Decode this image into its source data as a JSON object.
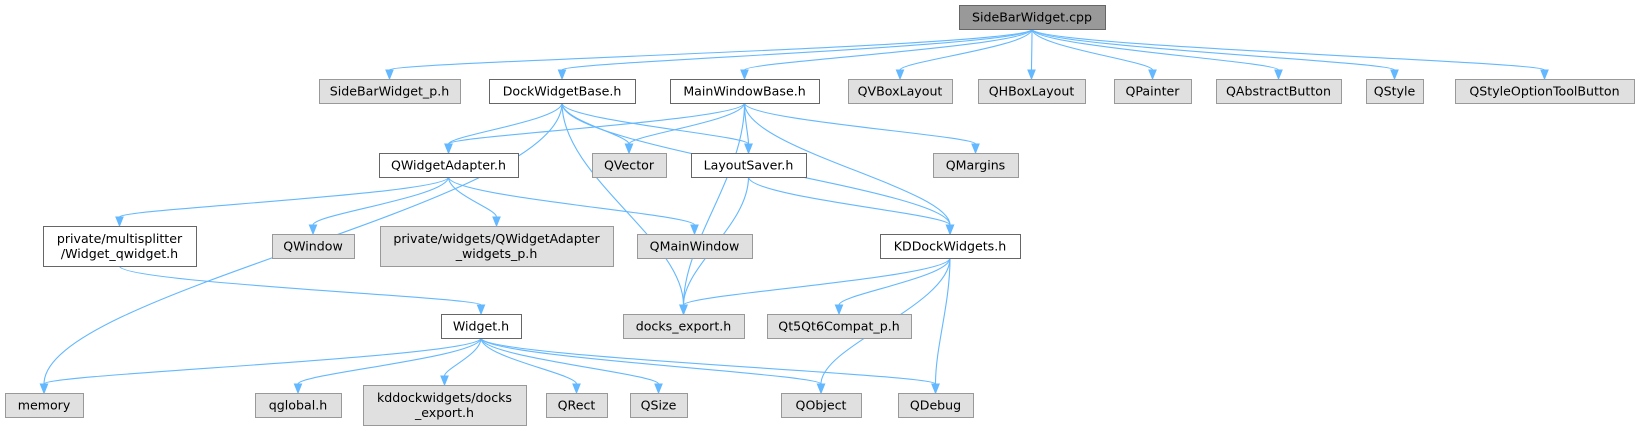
{
  "title": "SideBarWidget.cpp",
  "colors": {
    "edge": "#63b8ff",
    "root_fill": "#999999",
    "doc_fill": "#ffffff",
    "ext_fill": "#e0e0e0",
    "border_dark": "#666666",
    "border_light": "#999999"
  },
  "nodes": [
    {
      "id": "sidebarwidget-cpp",
      "label": [
        "SideBarWidget.cpp"
      ],
      "kind": "root"
    },
    {
      "id": "sidebarwidget-p-h",
      "label": [
        "SideBarWidget_p.h"
      ],
      "kind": "ext"
    },
    {
      "id": "dockwidgetbase-h",
      "label": [
        "DockWidgetBase.h"
      ],
      "kind": "doc"
    },
    {
      "id": "mainwindowbase-h",
      "label": [
        "MainWindowBase.h"
      ],
      "kind": "doc"
    },
    {
      "id": "qvboxlayout",
      "label": [
        "QVBoxLayout"
      ],
      "kind": "ext"
    },
    {
      "id": "qhboxlayout",
      "label": [
        "QHBoxLayout"
      ],
      "kind": "ext"
    },
    {
      "id": "qpainter",
      "label": [
        "QPainter"
      ],
      "kind": "ext"
    },
    {
      "id": "qabstractbutton",
      "label": [
        "QAbstractButton"
      ],
      "kind": "ext"
    },
    {
      "id": "qstyle",
      "label": [
        "QStyle"
      ],
      "kind": "ext"
    },
    {
      "id": "qstyleoptiontoolbutton",
      "label": [
        "QStyleOptionToolButton"
      ],
      "kind": "ext"
    },
    {
      "id": "qwidgetadapter-h",
      "label": [
        "QWidgetAdapter.h"
      ],
      "kind": "doc"
    },
    {
      "id": "qvector",
      "label": [
        "QVector"
      ],
      "kind": "ext"
    },
    {
      "id": "layoutsaver-h",
      "label": [
        "LayoutSaver.h"
      ],
      "kind": "doc"
    },
    {
      "id": "qmargins",
      "label": [
        "QMargins"
      ],
      "kind": "ext"
    },
    {
      "id": "widget-qwidget-h",
      "label": [
        "private/multisplitter",
        "/Widget_qwidget.h"
      ],
      "kind": "doc"
    },
    {
      "id": "qwindow",
      "label": [
        "QWindow"
      ],
      "kind": "ext"
    },
    {
      "id": "qwidgetadapter-widgets-p-h",
      "label": [
        "private/widgets/QWidgetAdapter",
        "_widgets_p.h"
      ],
      "kind": "ext"
    },
    {
      "id": "qmainwindow",
      "label": [
        "QMainWindow"
      ],
      "kind": "ext"
    },
    {
      "id": "kddockwidgets-h",
      "label": [
        "KDDockWidgets.h"
      ],
      "kind": "doc"
    },
    {
      "id": "widget-h",
      "label": [
        "Widget.h"
      ],
      "kind": "doc"
    },
    {
      "id": "docks-export-h",
      "label": [
        "docks_export.h"
      ],
      "kind": "ext"
    },
    {
      "id": "qt5qt6compat-p-h",
      "label": [
        "Qt5Qt6Compat_p.h"
      ],
      "kind": "ext"
    },
    {
      "id": "memory",
      "label": [
        "memory"
      ],
      "kind": "ext"
    },
    {
      "id": "qglobal-h",
      "label": [
        "qglobal.h"
      ],
      "kind": "ext"
    },
    {
      "id": "kddockwidgets-docks-export-h",
      "label": [
        "kddockwidgets/docks",
        "_export.h"
      ],
      "kind": "ext"
    },
    {
      "id": "qrect",
      "label": [
        "QRect"
      ],
      "kind": "ext"
    },
    {
      "id": "qsize",
      "label": [
        "QSize"
      ],
      "kind": "ext"
    },
    {
      "id": "qobject",
      "label": [
        "QObject"
      ],
      "kind": "ext"
    },
    {
      "id": "qdebug",
      "label": [
        "QDebug"
      ],
      "kind": "ext"
    }
  ],
  "edges": [
    [
      "sidebarwidget-cpp",
      "sidebarwidget-p-h"
    ],
    [
      "sidebarwidget-cpp",
      "dockwidgetbase-h"
    ],
    [
      "sidebarwidget-cpp",
      "mainwindowbase-h"
    ],
    [
      "sidebarwidget-cpp",
      "qvboxlayout"
    ],
    [
      "sidebarwidget-cpp",
      "qhboxlayout"
    ],
    [
      "sidebarwidget-cpp",
      "qpainter"
    ],
    [
      "sidebarwidget-cpp",
      "qabstractbutton"
    ],
    [
      "sidebarwidget-cpp",
      "qstyle"
    ],
    [
      "sidebarwidget-cpp",
      "qstyleoptiontoolbutton"
    ],
    [
      "dockwidgetbase-h",
      "qwidgetadapter-h"
    ],
    [
      "dockwidgetbase-h",
      "qvector"
    ],
    [
      "dockwidgetbase-h",
      "layoutsaver-h"
    ],
    [
      "dockwidgetbase-h",
      "kddockwidgets-h"
    ],
    [
      "dockwidgetbase-h",
      "docks-export-h"
    ],
    [
      "dockwidgetbase-h",
      "memory"
    ],
    [
      "mainwindowbase-h",
      "qwidgetadapter-h"
    ],
    [
      "mainwindowbase-h",
      "qvector"
    ],
    [
      "mainwindowbase-h",
      "layoutsaver-h"
    ],
    [
      "mainwindowbase-h",
      "qmargins"
    ],
    [
      "mainwindowbase-h",
      "kddockwidgets-h"
    ],
    [
      "mainwindowbase-h",
      "docks-export-h"
    ],
    [
      "qwidgetadapter-h",
      "widget-qwidget-h"
    ],
    [
      "qwidgetadapter-h",
      "qwindow"
    ],
    [
      "qwidgetadapter-h",
      "qwidgetadapter-widgets-p-h"
    ],
    [
      "qwidgetadapter-h",
      "qmainwindow"
    ],
    [
      "layoutsaver-h",
      "kddockwidgets-h"
    ],
    [
      "layoutsaver-h",
      "docks-export-h"
    ],
    [
      "widget-qwidget-h",
      "widget-h"
    ],
    [
      "kddockwidgets-h",
      "docks-export-h"
    ],
    [
      "kddockwidgets-h",
      "qt5qt6compat-p-h"
    ],
    [
      "kddockwidgets-h",
      "qobject"
    ],
    [
      "kddockwidgets-h",
      "qdebug"
    ],
    [
      "widget-h",
      "memory"
    ],
    [
      "widget-h",
      "qglobal-h"
    ],
    [
      "widget-h",
      "kddockwidgets-docks-export-h"
    ],
    [
      "widget-h",
      "qrect"
    ],
    [
      "widget-h",
      "qsize"
    ],
    [
      "widget-h",
      "qobject"
    ],
    [
      "widget-h",
      "qdebug"
    ]
  ]
}
